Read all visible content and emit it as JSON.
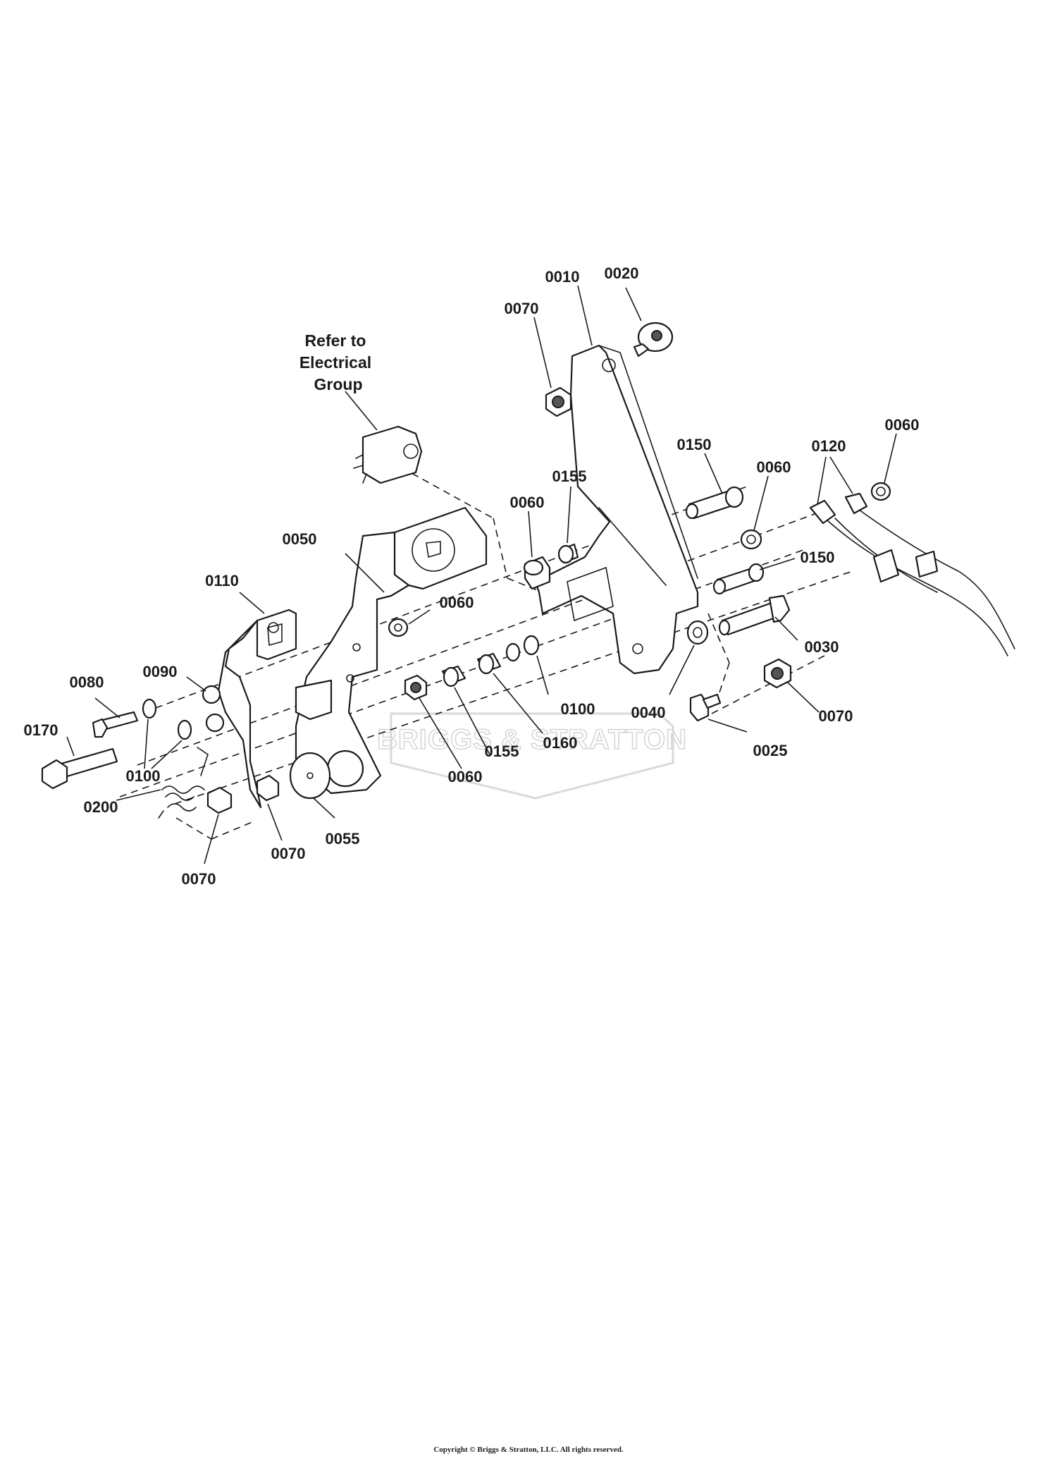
{
  "diagram": {
    "note": [
      "Refer to",
      "Electrical",
      "Group"
    ],
    "watermark": "BRIGGS & STRATTON",
    "callouts": [
      {
        "id": "c-0010",
        "label": "0010"
      },
      {
        "id": "c-0020",
        "label": "0020"
      },
      {
        "id": "c-0070a",
        "label": "0070"
      },
      {
        "id": "c-0150a",
        "label": "0150"
      },
      {
        "id": "c-0060a",
        "label": "0060"
      },
      {
        "id": "c-0120",
        "label": "0120"
      },
      {
        "id": "c-0060b",
        "label": "0060"
      },
      {
        "id": "c-0155a",
        "label": "0155"
      },
      {
        "id": "c-0060c",
        "label": "0060"
      },
      {
        "id": "c-0050",
        "label": "0050"
      },
      {
        "id": "c-0110",
        "label": "0110"
      },
      {
        "id": "c-0060d",
        "label": "0060"
      },
      {
        "id": "c-0150b",
        "label": "0150"
      },
      {
        "id": "c-0030",
        "label": "0030"
      },
      {
        "id": "c-0080",
        "label": "0080"
      },
      {
        "id": "c-0090",
        "label": "0090"
      },
      {
        "id": "c-0170",
        "label": "0170"
      },
      {
        "id": "c-0100a",
        "label": "0100"
      },
      {
        "id": "c-0200",
        "label": "0200"
      },
      {
        "id": "c-0100b",
        "label": "0100"
      },
      {
        "id": "c-0040",
        "label": "0040"
      },
      {
        "id": "c-0070b",
        "label": "0070"
      },
      {
        "id": "c-0155b",
        "label": "0155"
      },
      {
        "id": "c-0160",
        "label": "0160"
      },
      {
        "id": "c-0060e",
        "label": "0060"
      },
      {
        "id": "c-0025",
        "label": "0025"
      },
      {
        "id": "c-0055",
        "label": "0055"
      },
      {
        "id": "c-0070c",
        "label": "0070"
      },
      {
        "id": "c-0070d",
        "label": "0070"
      }
    ]
  },
  "footer": {
    "copyright": "Copyright © Briggs & Stratton, LLC. All rights reserved."
  }
}
